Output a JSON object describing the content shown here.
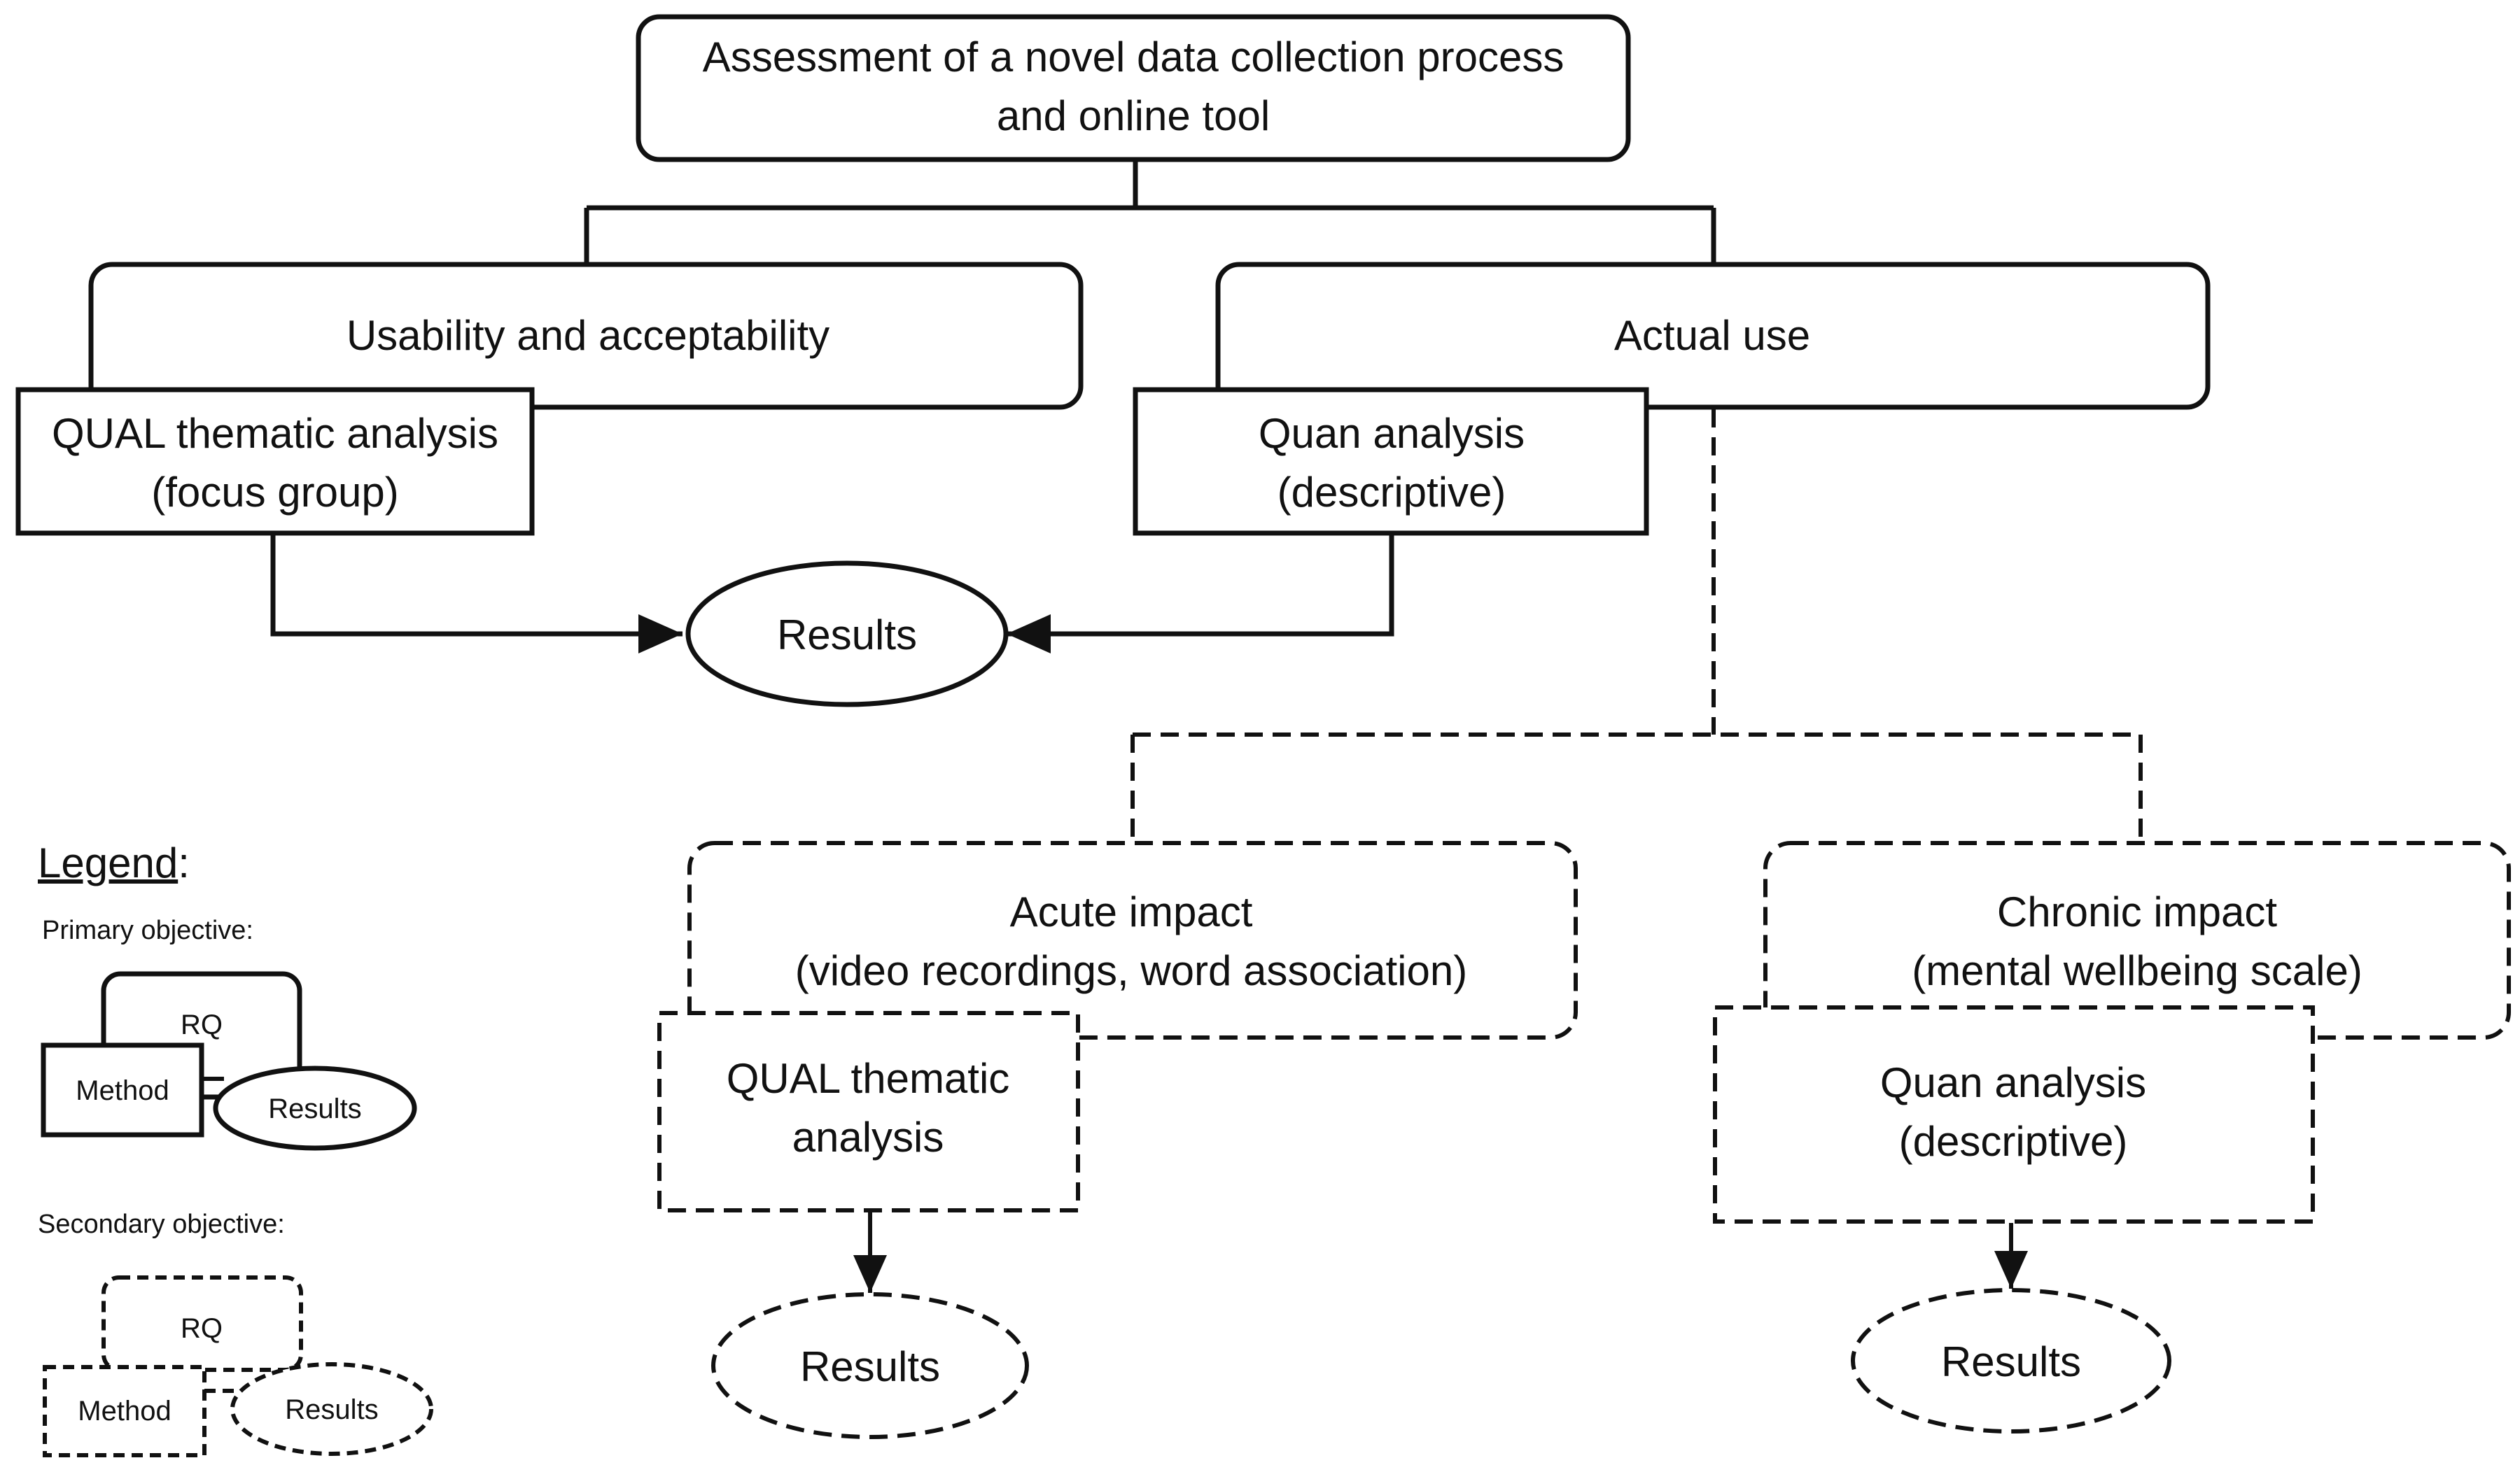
{
  "colors": {
    "stroke": "#111111",
    "text": "#111111",
    "background": "#ffffff"
  },
  "top": {
    "line1": "Assessment of a novel data collection process",
    "line2": "and online tool"
  },
  "usability": {
    "label": "Usability and acceptability"
  },
  "actual_use": {
    "label": "Actual use"
  },
  "qual_focus": {
    "line1": "QUAL thematic analysis",
    "line2": "(focus group)"
  },
  "quan_actual": {
    "line1": "Quan analysis",
    "line2": "(descriptive)"
  },
  "results_primary": {
    "label": "Results"
  },
  "acute": {
    "line1": "Acute impact",
    "line2": "(video recordings, word association)"
  },
  "chronic": {
    "line1": "Chronic impact",
    "line2": "(mental wellbeing scale)"
  },
  "qual_acute": {
    "line1": "QUAL thematic",
    "line2": "analysis"
  },
  "quan_chronic": {
    "line1": "Quan analysis",
    "line2": "(descriptive)"
  },
  "results_acute": {
    "label": "Results"
  },
  "results_chronic": {
    "label": "Results"
  },
  "legend": {
    "title": "Legend",
    "colon": ":",
    "primary_label": "Primary objective:",
    "secondary_label": "Secondary objective:",
    "rq": "RQ",
    "method": "Method",
    "results": "Results"
  }
}
